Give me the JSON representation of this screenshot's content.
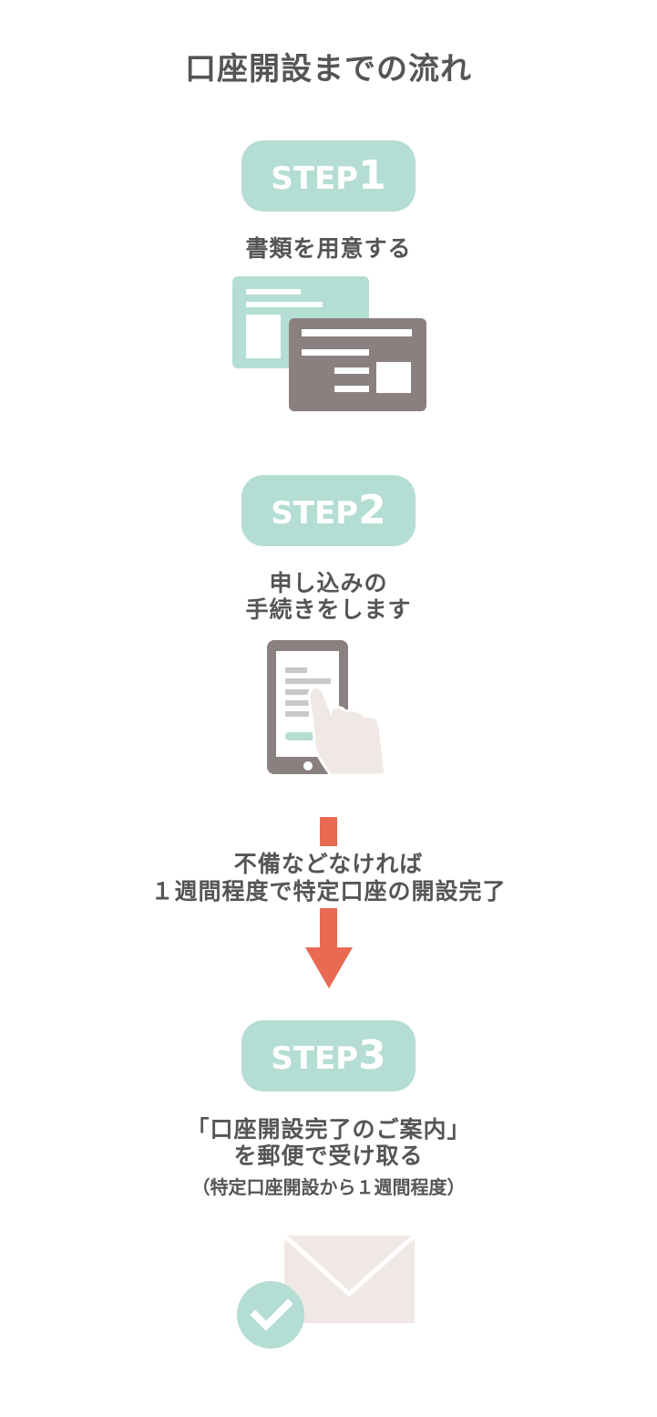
{
  "page": {
    "title": "口座開設までの流れ"
  },
  "steps": [
    {
      "badge_word": "STEP",
      "badge_number": "1",
      "description": [
        "書類を用意する"
      ],
      "illustration": "documents-icon"
    },
    {
      "badge_word": "STEP",
      "badge_number": "2",
      "description": [
        "申し込みの",
        "手続きをします"
      ],
      "illustration": "smartphone-tap-icon"
    },
    {
      "badge_word": "STEP",
      "badge_number": "3",
      "description": [
        "「口座開設完了のご案内」",
        "を郵便で受け取る"
      ],
      "note": "（特定口座開設から１週間程度）",
      "illustration": "envelope-check-icon"
    }
  ],
  "transition": {
    "lines": [
      "不備などなければ",
      "１週間程度で特定口座の開設完了"
    ],
    "icon": "down-arrow-icon"
  },
  "colors": {
    "accent_mint": "#b4ddd3",
    "accent_gray": "#8a8080",
    "arrow_red": "#e86a52",
    "paper": "#f0e8e4",
    "text": "#555555"
  }
}
